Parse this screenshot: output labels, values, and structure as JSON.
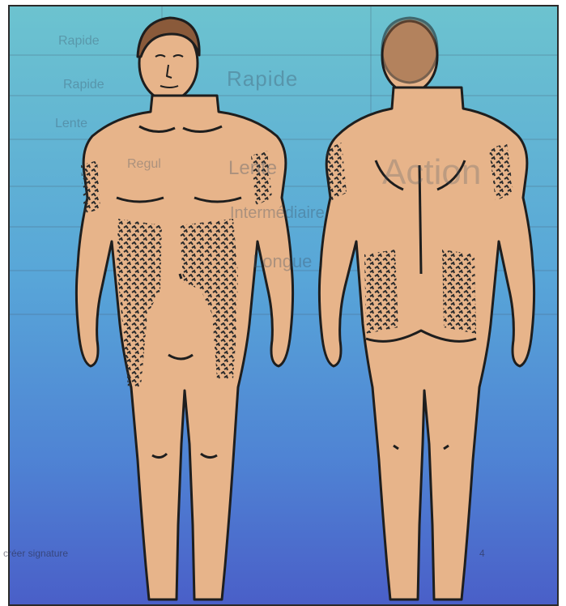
{
  "background": {
    "gradient_top": "#6cc3cf",
    "gradient_mid": "#4f8fd6",
    "gradient_bottom": "#4a5fc8",
    "skin": "#e7b48a",
    "outline": "#1e1e1e",
    "hatch": "#2b2b2b"
  },
  "ghost_text": {
    "rapide": "Rapide",
    "lente": "Lente",
    "action": "Action",
    "small1": "Rapide",
    "small2": "Rapide",
    "small3": "Lente",
    "small4": "Regul",
    "intermed": "Intermédiaire",
    "long": "Longue"
  },
  "footer": {
    "source": "créer signature",
    "page": "4"
  },
  "figures": [
    {
      "view": "front"
    },
    {
      "view": "back"
    }
  ]
}
